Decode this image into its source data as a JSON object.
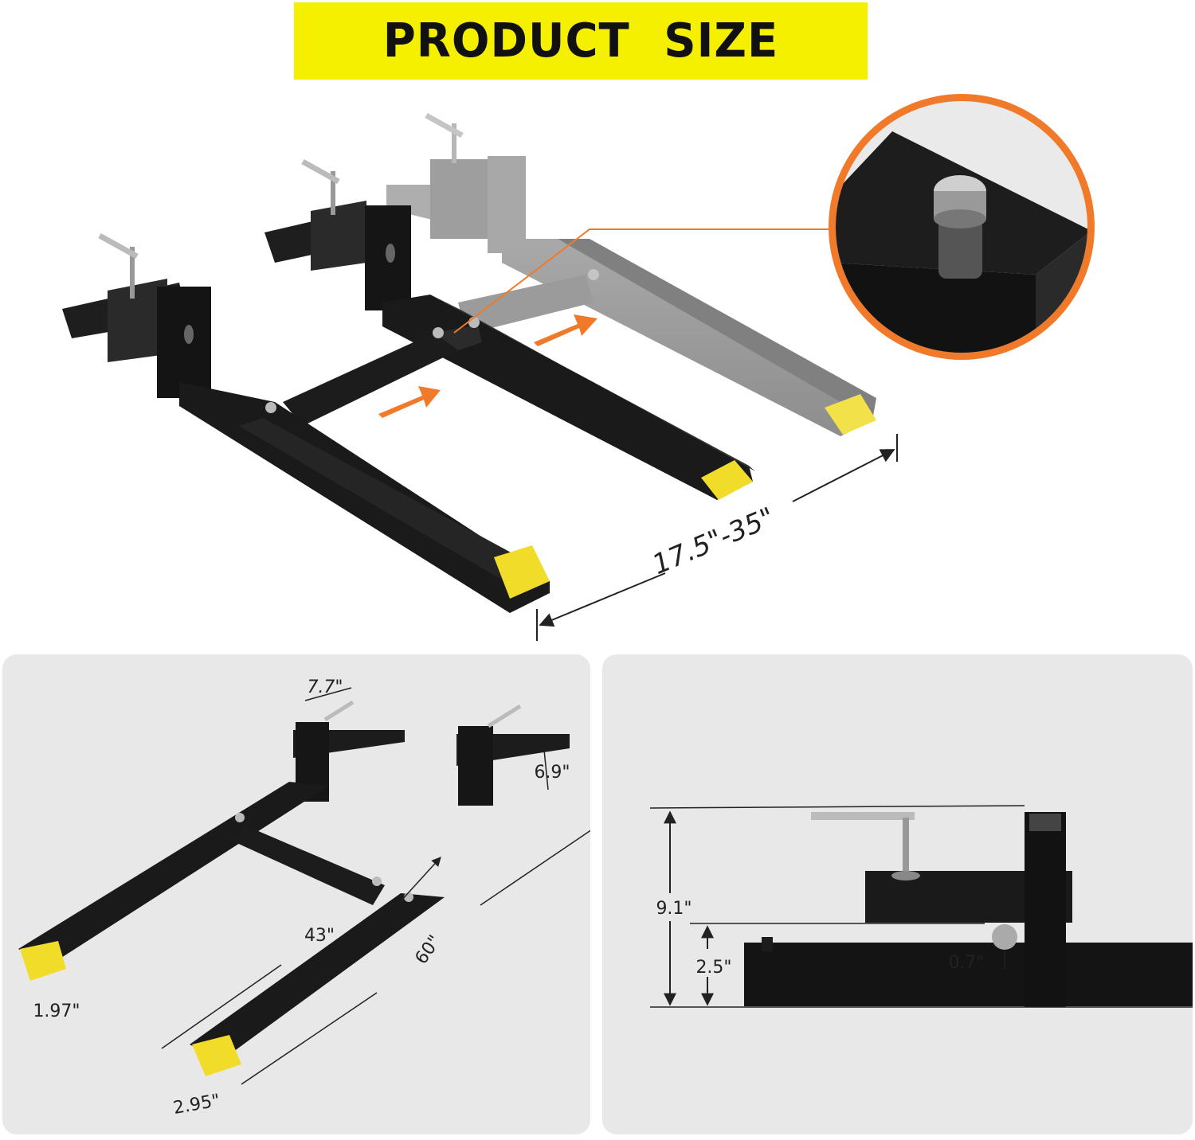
{
  "banner": {
    "title": "PRODUCT  SIZE",
    "background": "#f5f000"
  },
  "main_view": {
    "width_range": "17.5\"-35\""
  },
  "left_detail": {
    "dims": {
      "bracket_width": "7.7\"",
      "bracket_height": "6.9\"",
      "fork_spacing": "43\"",
      "fork_length": "60\"",
      "fork_thickness": "1.97\"",
      "fork_width": "2.95\""
    }
  },
  "right_detail": {
    "dims": {
      "total_height": "9.1\"",
      "fork_height": "2.5\"",
      "pin_gap": "0.7\""
    }
  },
  "colors": {
    "fork_black": "#1a1a1a",
    "tip_yellow": "#f2dc2a",
    "arrow_orange": "#f07a2a",
    "panel_gray": "#e8e8e8"
  },
  "icons": {
    "zoom_callout": "pin-detail-icon",
    "arrows": "slide-arrow-icon"
  }
}
